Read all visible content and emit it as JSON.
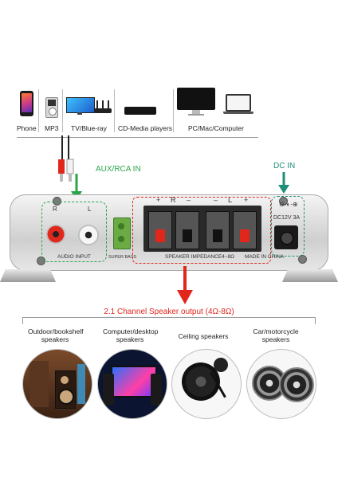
{
  "devices": [
    {
      "label": "Phone",
      "icon": "phone-icon"
    },
    {
      "label": "MP3",
      "icon": "mp3-player-icon"
    },
    {
      "label": "TV/Blue-ray",
      "icon": "tv-icon"
    },
    {
      "label": "CD-Media players",
      "icon": "media-player-icon"
    },
    {
      "label": "PC/Mac/Computer",
      "icon": "computer-icon"
    }
  ],
  "aux_label": "AUX/RCA IN",
  "dc_label": "DC IN",
  "amp": {
    "rca_r": "R",
    "rca_l": "L",
    "audio_input": "AUDIO INPUT",
    "super_bass": "SUPER BASS",
    "speaker_signs": [
      "+",
      "R",
      "–",
      "–",
      "L",
      "+"
    ],
    "speaker_impedance": "SPEAKER IMPEDANCE4~8Ω",
    "made_in": "MADE IN CHINA",
    "dc_spec": "DC12V 3A"
  },
  "output_title": "2.1 Channel Speaker output (4Ω-8Ω)",
  "categories": [
    {
      "label": "Outdoor/bookshelf speakers",
      "icon": "bookshelf-speaker-icon"
    },
    {
      "label": "Computer/desktop speakers",
      "icon": "desktop-speaker-icon"
    },
    {
      "label": "Ceiling speakers",
      "icon": "ceiling-speaker-icon"
    },
    {
      "label": "Car/motorcycle speakers",
      "icon": "car-speaker-icon"
    }
  ],
  "colors": {
    "red": "#e1261c",
    "green": "#2aa64a",
    "teal": "#1f8f7a"
  }
}
